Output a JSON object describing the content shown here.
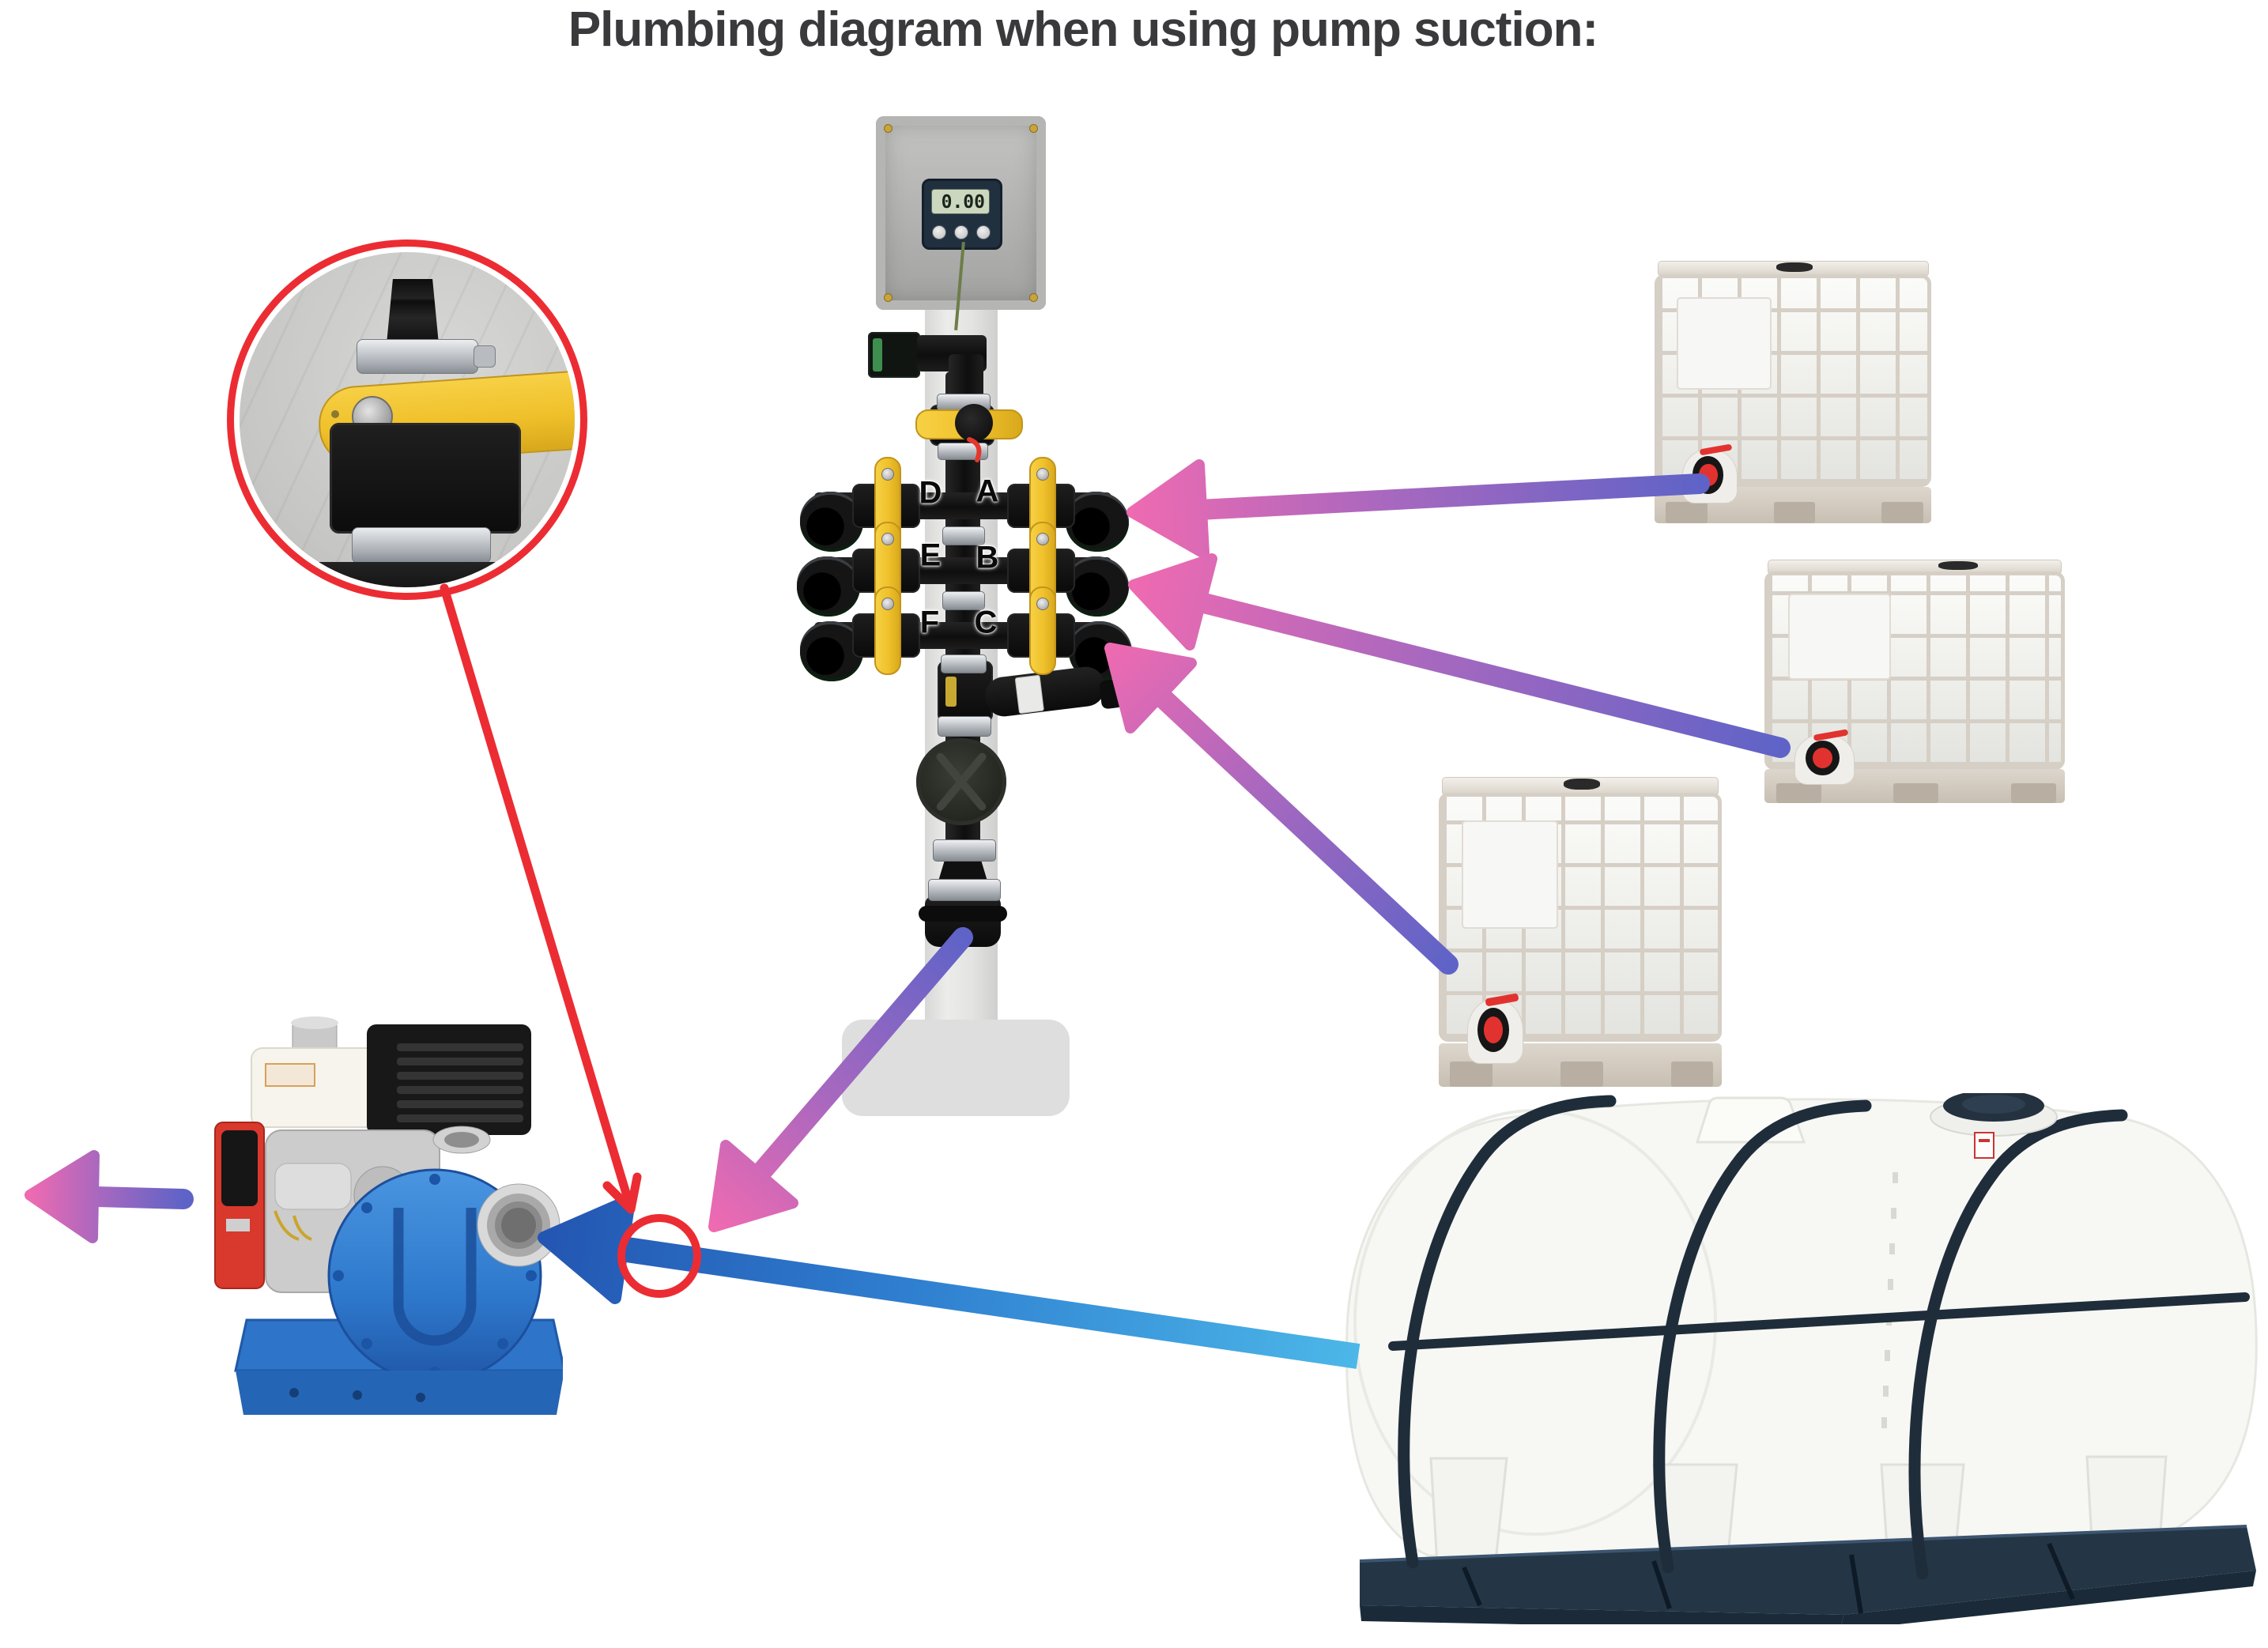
{
  "title": "Plumbing diagram when using pump suction:",
  "flow_meter": {
    "reading": "0.00"
  },
  "manifold": {
    "ports": [
      {
        "label": "A"
      },
      {
        "label": "B"
      },
      {
        "label": "C"
      },
      {
        "label": "D"
      },
      {
        "label": "E"
      },
      {
        "label": "F"
      }
    ]
  },
  "colors": {
    "arrow_pink": "#ee6ab1",
    "arrow_violet": "#5f63c7",
    "arrow_blue_dark": "#2356b2",
    "arrow_blue_light": "#4cb7e8",
    "highlight_red": "#ec2c33",
    "valve_yellow": "#f3c72b"
  }
}
